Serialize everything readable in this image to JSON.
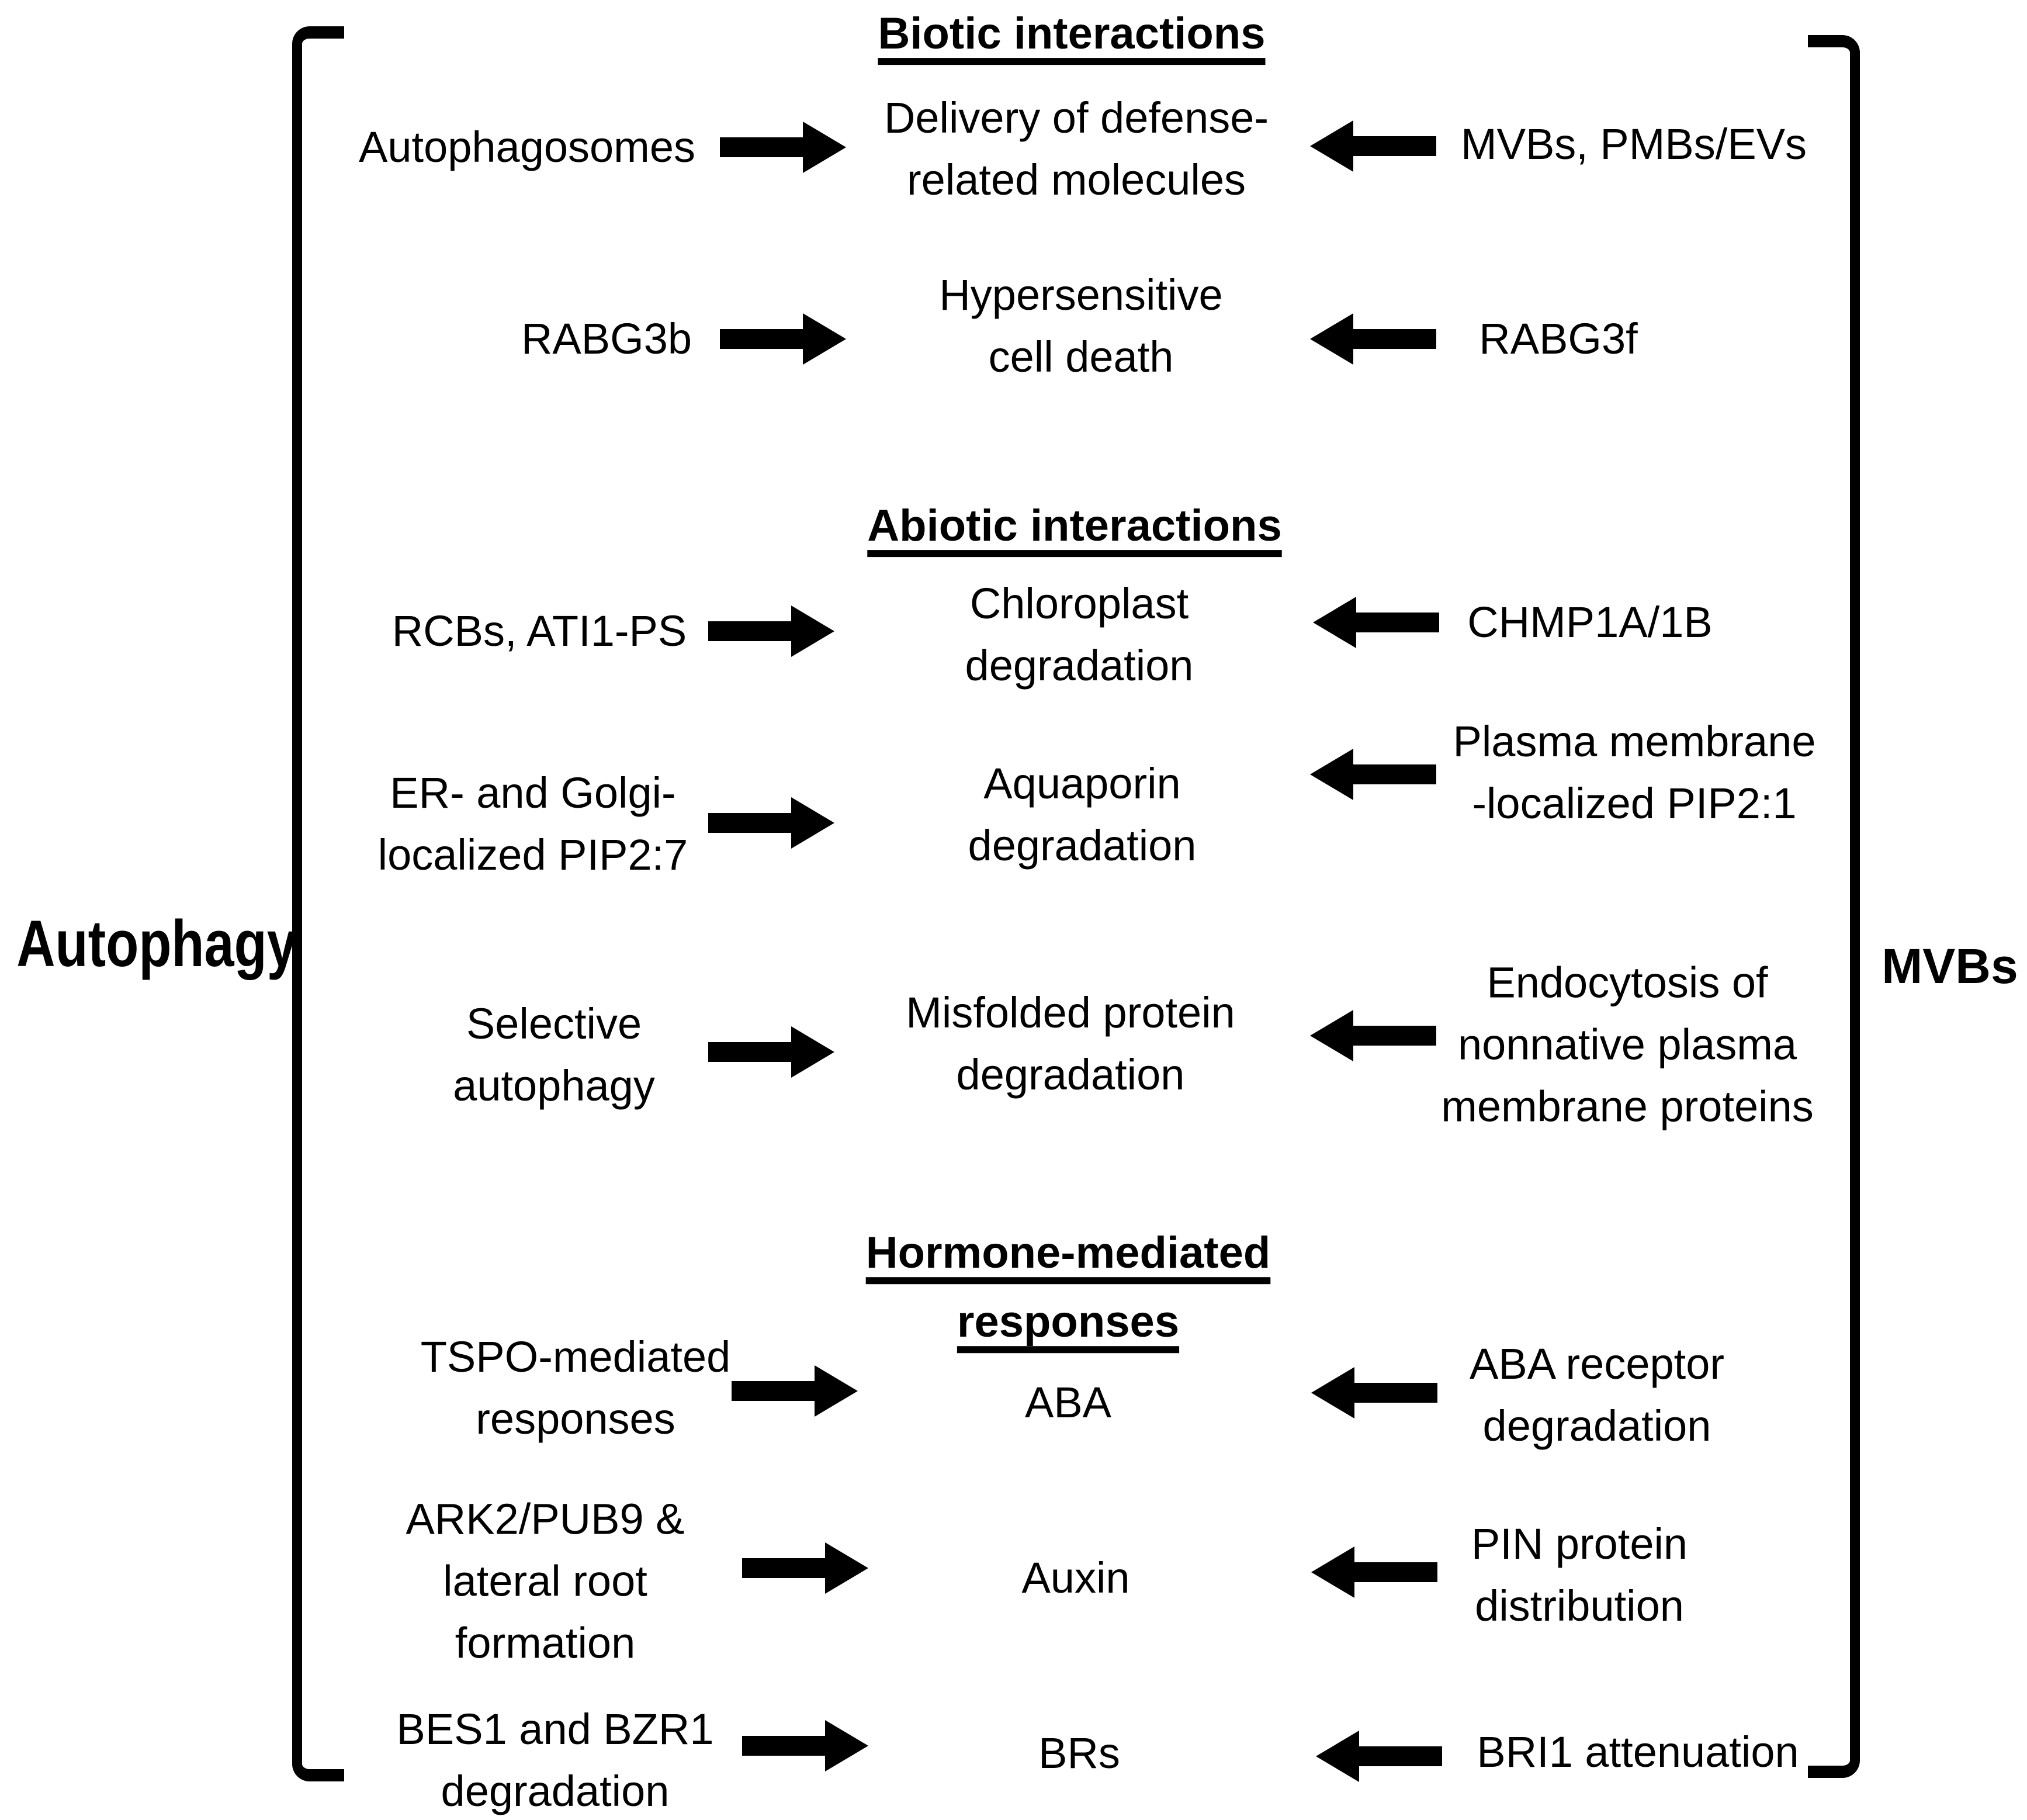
{
  "figure": {
    "type": "pathway-diagram",
    "background_color": "#ffffff",
    "foreground_color": "#000000",
    "left_group": {
      "label": "Autophagy"
    },
    "right_group": {
      "label": "MVBs"
    },
    "sections": [
      {
        "title": "Biotic interactions",
        "rows": [
          {
            "left": "Autophagosomes",
            "center": "Delivery of defense-\nrelated molecules",
            "right": "MVBs, PMBs/EVs"
          },
          {
            "left": "RABG3b",
            "center": "Hypersensitive\ncell death",
            "right": "RABG3f"
          }
        ]
      },
      {
        "title": "Abiotic interactions",
        "rows": [
          {
            "left": "RCBs, ATI1-PS",
            "center": "Chloroplast\ndegradation",
            "right": "CHMP1A/1B"
          },
          {
            "left": "ER- and Golgi-\nlocalized PIP2:7",
            "center": "Aquaporin\ndegradation",
            "right": "Plasma membrane\n-localized PIP2:1"
          },
          {
            "left": "Selective\nautophagy",
            "center": "Misfolded protein\ndegradation",
            "right": "Endocytosis of\nnonnative plasma\nmembrane proteins"
          }
        ]
      },
      {
        "title": "Hormone-mediated\nresponses",
        "rows": [
          {
            "left": "TSPO-mediated\nresponses",
            "center": "ABA",
            "right": "ABA receptor\ndegradation"
          },
          {
            "left": "ARK2/PUB9 &\nlateral root\nformation",
            "center": "Auxin",
            "right": "PIN protein\ndistribution"
          },
          {
            "left": "BES1 and BZR1\ndegradation",
            "center": "BRs",
            "right": "BRI1 attenuation"
          }
        ]
      }
    ]
  }
}
